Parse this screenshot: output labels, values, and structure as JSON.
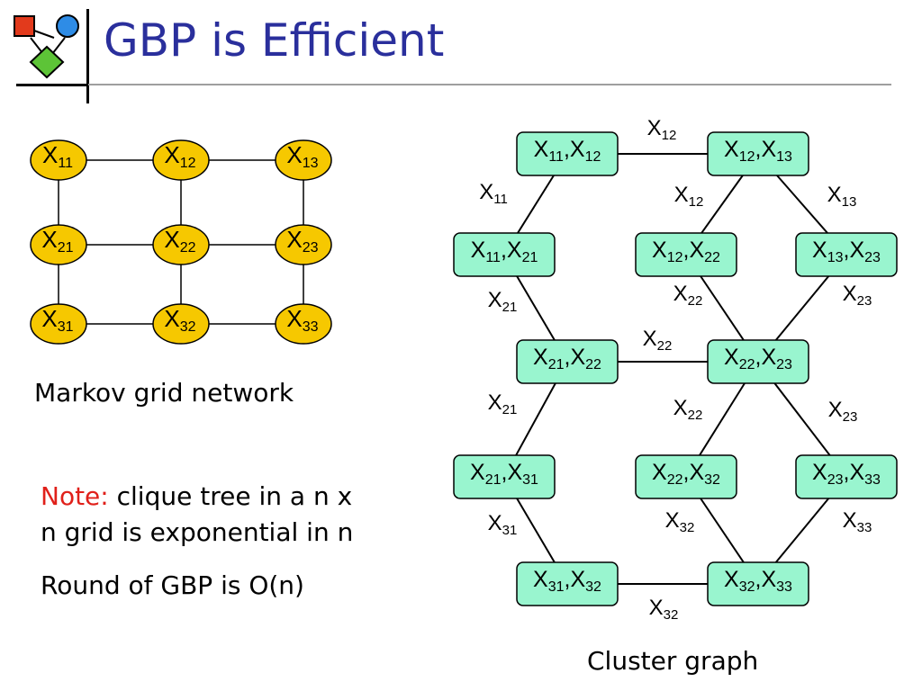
{
  "slide": {
    "title": "GBP is Efficient",
    "markov_caption": "Markov grid network",
    "note_label": "Note:",
    "note_line1": "clique tree in a n x",
    "note_line2": "n grid is exponential in n",
    "round_text": "Round of GBP is O(n)",
    "cluster_caption": "Cluster graph"
  },
  "colors": {
    "title": "#2a2f9c",
    "note": "#e0201a",
    "markov_node_fill": "#f6c800",
    "cluster_node_fill": "#99f5cf"
  },
  "logo_icons": [
    "square-icon",
    "circle-icon",
    "diamond-icon"
  ],
  "markov_nodes": [
    {
      "id": "11",
      "label": "X",
      "sub": "11"
    },
    {
      "id": "12",
      "label": "X",
      "sub": "12"
    },
    {
      "id": "13",
      "label": "X",
      "sub": "13"
    },
    {
      "id": "21",
      "label": "X",
      "sub": "21"
    },
    {
      "id": "22",
      "label": "X",
      "sub": "22"
    },
    {
      "id": "23",
      "label": "X",
      "sub": "23"
    },
    {
      "id": "31",
      "label": "X",
      "sub": "31"
    },
    {
      "id": "32",
      "label": "X",
      "sub": "32"
    },
    {
      "id": "33",
      "label": "X",
      "sub": "33"
    }
  ],
  "markov_edges": [
    [
      "11",
      "12"
    ],
    [
      "12",
      "13"
    ],
    [
      "21",
      "22"
    ],
    [
      "22",
      "23"
    ],
    [
      "31",
      "32"
    ],
    [
      "32",
      "33"
    ],
    [
      "11",
      "21"
    ],
    [
      "21",
      "31"
    ],
    [
      "12",
      "22"
    ],
    [
      "22",
      "32"
    ],
    [
      "13",
      "23"
    ],
    [
      "23",
      "33"
    ]
  ],
  "cluster_nodes": [
    {
      "id": "c1112",
      "vars": [
        "11",
        "12"
      ]
    },
    {
      "id": "c1213",
      "vars": [
        "12",
        "13"
      ]
    },
    {
      "id": "c1121",
      "vars": [
        "11",
        "21"
      ]
    },
    {
      "id": "c1222",
      "vars": [
        "12",
        "22"
      ]
    },
    {
      "id": "c1323",
      "vars": [
        "13",
        "23"
      ]
    },
    {
      "id": "c2122",
      "vars": [
        "21",
        "22"
      ]
    },
    {
      "id": "c2223",
      "vars": [
        "22",
        "23"
      ]
    },
    {
      "id": "c2131",
      "vars": [
        "21",
        "31"
      ]
    },
    {
      "id": "c2232",
      "vars": [
        "22",
        "32"
      ]
    },
    {
      "id": "c2333",
      "vars": [
        "23",
        "33"
      ]
    },
    {
      "id": "c3132",
      "vars": [
        "31",
        "32"
      ]
    },
    {
      "id": "c3233",
      "vars": [
        "32",
        "33"
      ]
    }
  ],
  "cluster_edges": [
    {
      "from": "c1112",
      "to": "c1213",
      "sep": "12"
    },
    {
      "from": "c1112",
      "to": "c1121",
      "sep": "11"
    },
    {
      "from": "c1213",
      "to": "c1222",
      "sep": "12"
    },
    {
      "from": "c1213",
      "to": "c1323",
      "sep": "13"
    },
    {
      "from": "c1121",
      "to": "c2122",
      "sep": "21"
    },
    {
      "from": "c1222",
      "to": "c2223",
      "sep": "22"
    },
    {
      "from": "c1323",
      "to": "c2223",
      "sep": "23"
    },
    {
      "from": "c2122",
      "to": "c2223",
      "sep": "22"
    },
    {
      "from": "c2122",
      "to": "c2131",
      "sep": "21"
    },
    {
      "from": "c2223",
      "to": "c2232",
      "sep": "22"
    },
    {
      "from": "c2223",
      "to": "c2333",
      "sep": "23"
    },
    {
      "from": "c2131",
      "to": "c3132",
      "sep": "31"
    },
    {
      "from": "c2232",
      "to": "c3233",
      "sep": "32"
    },
    {
      "from": "c2333",
      "to": "c3233",
      "sep": "33"
    },
    {
      "from": "c3132",
      "to": "c3233",
      "sep": "32"
    }
  ]
}
